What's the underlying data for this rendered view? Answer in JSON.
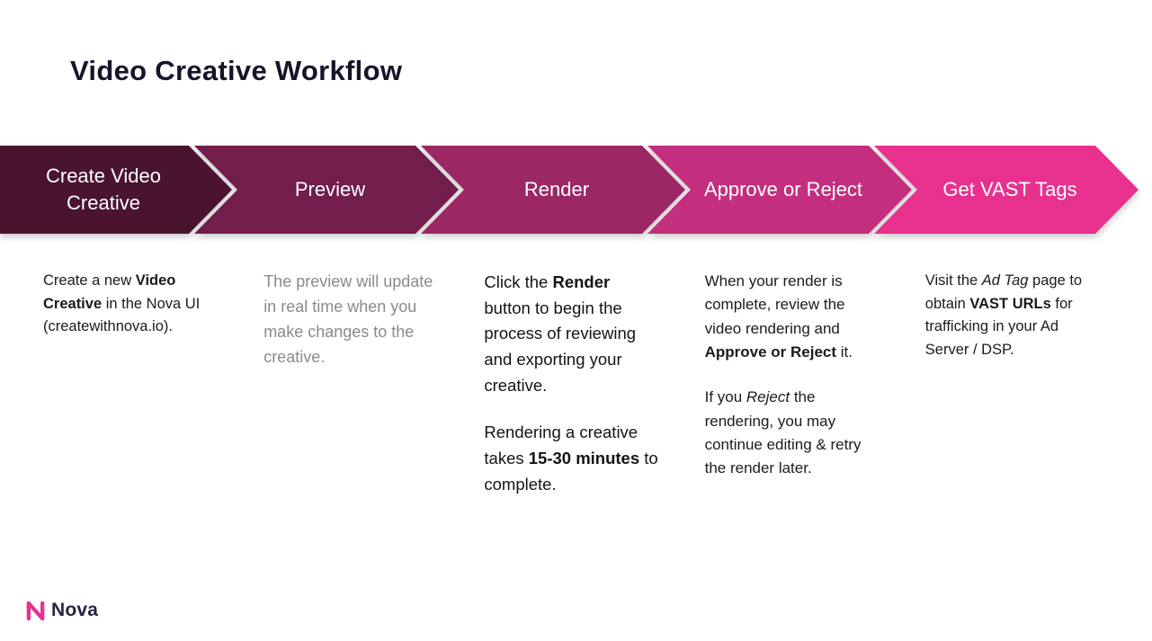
{
  "page": {
    "title": "Video Creative Workflow"
  },
  "workflow": {
    "steps": [
      {
        "label": "Create Video Creative",
        "color": "#4a142f",
        "desc_color": "#1b1b1b",
        "description": [
          [
            {
              "t": "Create a new "
            },
            {
              "t": "Video Creative",
              "b": true
            },
            {
              "t": " in the Nova UI (createwithnova.io)."
            }
          ]
        ]
      },
      {
        "label": "Preview",
        "color": "#721d4b",
        "desc_color": "#8a8a8a",
        "description": [
          [
            {
              "t": "The preview will update in real time when you make changes to the creative."
            }
          ]
        ]
      },
      {
        "label": "Render",
        "color": "#9c2765",
        "desc_color": "#141414",
        "description": [
          [
            {
              "t": "Click the "
            },
            {
              "t": "Render",
              "b": true
            },
            {
              "t": " button to begin the process of reviewing and exporting your creative."
            }
          ],
          [
            {
              "t": "Rendering a creative takes "
            },
            {
              "t": "15-30 minutes",
              "b": true
            },
            {
              "t": " to complete."
            }
          ]
        ]
      },
      {
        "label": "Approve or Reject",
        "color": "#c42e7e",
        "desc_color": "#1b1b1b",
        "description": [
          [
            {
              "t": "When your render is complete, review the video rendering and "
            },
            {
              "t": "Approve or Reject",
              "b": true
            },
            {
              "t": " it."
            }
          ],
          [
            {
              "t": "If you "
            },
            {
              "t": "Reject",
              "i": true
            },
            {
              "t": " the rendering, you may continue editing & retry the render later."
            }
          ]
        ]
      },
      {
        "label": "Get VAST Tags",
        "color": "#e8318f",
        "desc_color": "#1b1b1b",
        "description": [
          [
            {
              "t": "Visit the "
            },
            {
              "t": "Ad Tag",
              "i": true
            },
            {
              "t": " page to obtain "
            },
            {
              "t": "VAST URLs",
              "b": true
            },
            {
              "t": " for trafficking in your Ad Server / DSP."
            }
          ]
        ]
      }
    ]
  },
  "footer": {
    "logo_text": "Nova",
    "logo_color": "#e8318f",
    "logo_text_color": "#252542"
  }
}
